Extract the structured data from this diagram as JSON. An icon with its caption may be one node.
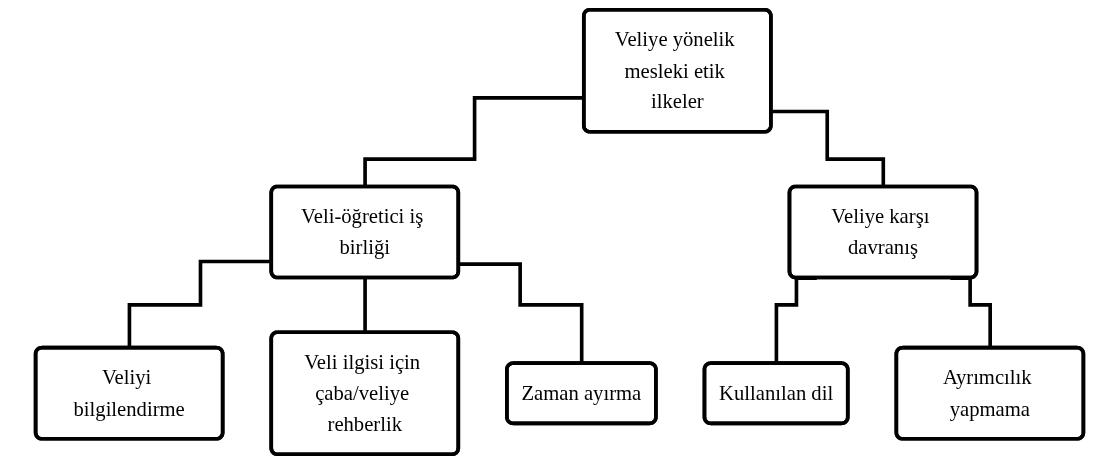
{
  "diagram": {
    "nodes": [
      {
        "text": [
          "Veliye yönelik mesleki etik ilkeler"
        ]
      },
      {
        "text": [
          "Veli-öğretici iş birliği"
        ]
      },
      {
        "text": [
          "Veliye karşı davranış"
        ]
      },
      {
        "text": [
          "Veliyi bilgilendirme"
        ]
      },
      {
        "text": [
          "Veli ilgisi için çaba/veliye rehberlik"
        ]
      },
      {
        "text": [
          "Zaman ayırma"
        ]
      },
      {
        "text": [
          "Kullanılan dil"
        ]
      },
      {
        "text": [
          "Ayrımcılık yapmama"
        ]
      }
    ],
    "edges": [
      {
        "from": 0,
        "to": 1,
        "arrow": "none"
      },
      {
        "from": 0,
        "to": 2,
        "arrow": "none"
      },
      {
        "from": 1,
        "to": 3,
        "arrow": "none"
      },
      {
        "from": 1,
        "to": 4,
        "arrow": "none"
      },
      {
        "from": 1,
        "to": 5,
        "arrow": "none"
      },
      {
        "from": 2,
        "to": 6,
        "arrow": "none"
      },
      {
        "from": 2,
        "to": 7,
        "arrow": "none"
      }
    ]
  }
}
